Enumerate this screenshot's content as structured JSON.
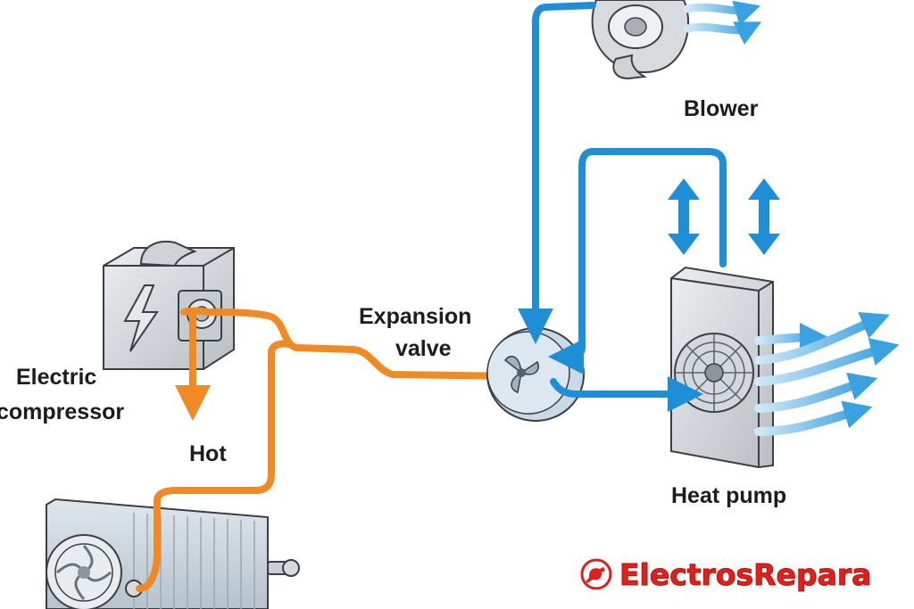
{
  "labels": {
    "blower": "Blower",
    "expansion_valve_line1": "Expansion",
    "expansion_valve_line2": "valve",
    "electric_compressor_line1": "Electric",
    "electric_compressor_line2": "compressor",
    "hot": "Hot",
    "heat_pump": "Heat pump"
  },
  "brand": {
    "name": "ElectrosRepara"
  },
  "colors": {
    "hot_line": "#f08a24",
    "cold_line": "#1e8fd6",
    "airflow": "#7fc3ea",
    "component_gray": "#d7dadd",
    "brand_red": "#e0201b"
  },
  "icons": {
    "compressor": "lightning-bolt-icon",
    "expansion_valve": "fan-icon",
    "heat_pump": "fan-grille-icon"
  }
}
